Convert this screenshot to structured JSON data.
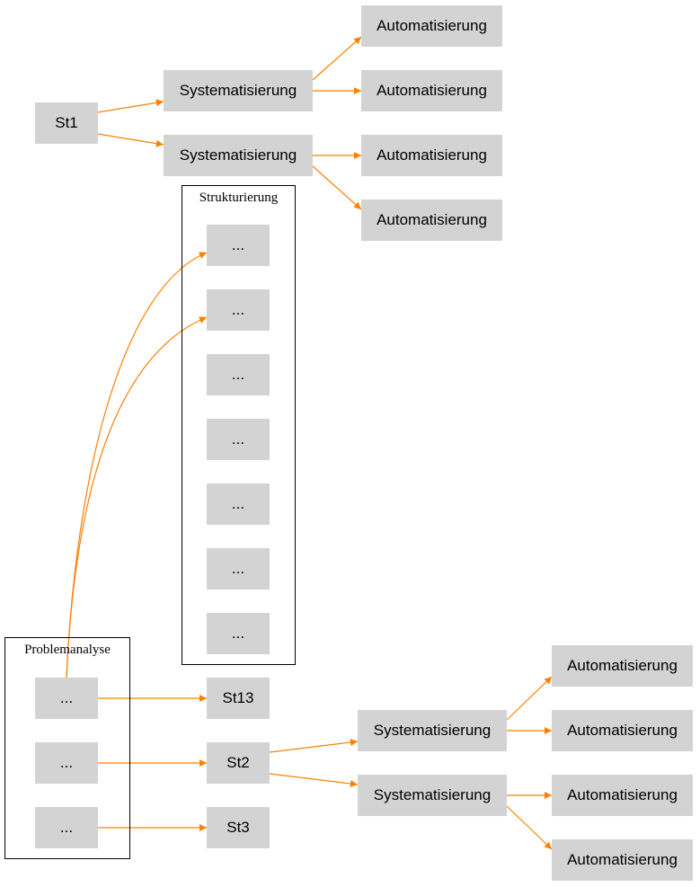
{
  "colors": {
    "edge": "#ff7f00",
    "node_fill": "#d3d3d3",
    "cluster_border": "#000000"
  },
  "clusters": {
    "strukturierung": {
      "label": "Strukturierung"
    },
    "problemanalyse": {
      "label": "Problemanalyse"
    }
  },
  "nodes": {
    "st1": "St1",
    "sys_a": "Systematisierung",
    "sys_b": "Systematisierung",
    "auto_1": "Automatisierung",
    "auto_2": "Automatisierung",
    "auto_3": "Automatisierung",
    "auto_4": "Automatisierung",
    "struct_1": "...",
    "struct_2": "...",
    "struct_3": "...",
    "struct_4": "...",
    "struct_5": "...",
    "struct_6": "...",
    "struct_7": "...",
    "prob_1": "...",
    "prob_2": "...",
    "prob_3": "...",
    "st13": "St13",
    "st2": "St2",
    "st3": "St3",
    "sys_c": "Systematisierung",
    "sys_d": "Systematisierung",
    "auto_5": "Automatisierung",
    "auto_6": "Automatisierung",
    "auto_7": "Automatisierung",
    "auto_8": "Automatisierung"
  },
  "edges": [
    [
      "st1",
      "sys_a"
    ],
    [
      "st1",
      "sys_b"
    ],
    [
      "sys_a",
      "auto_1"
    ],
    [
      "sys_a",
      "auto_2"
    ],
    [
      "sys_b",
      "auto_3"
    ],
    [
      "sys_b",
      "auto_4"
    ],
    [
      "prob_1",
      "struct_1"
    ],
    [
      "prob_1",
      "struct_2"
    ],
    [
      "prob_1",
      "st13"
    ],
    [
      "prob_2",
      "st2"
    ],
    [
      "prob_3",
      "st3"
    ],
    [
      "st2",
      "sys_c"
    ],
    [
      "st2",
      "sys_d"
    ],
    [
      "sys_c",
      "auto_5"
    ],
    [
      "sys_c",
      "auto_6"
    ],
    [
      "sys_d",
      "auto_7"
    ],
    [
      "sys_d",
      "auto_8"
    ]
  ]
}
